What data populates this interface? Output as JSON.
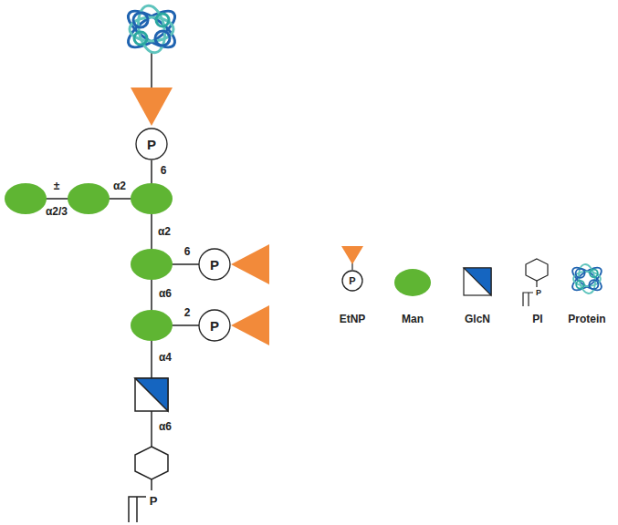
{
  "diagram": {
    "nodes": [
      {
        "text": [
          "P"
        ]
      },
      {
        "text": [
          "P"
        ]
      },
      {
        "text": [
          "P"
        ]
      },
      {
        "text": [
          "P"
        ]
      }
    ],
    "labels": [
      "6",
      "±",
      "α2",
      "α2/3",
      "α2",
      "6",
      "α6",
      "2",
      "α4",
      "α6",
      "P",
      "P"
    ],
    "legend": [
      {
        "text": "EtNP"
      },
      {
        "text": "Man"
      },
      {
        "text": "GlcN"
      },
      {
        "text": "PI"
      },
      {
        "text": "Protein"
      }
    ]
  }
}
